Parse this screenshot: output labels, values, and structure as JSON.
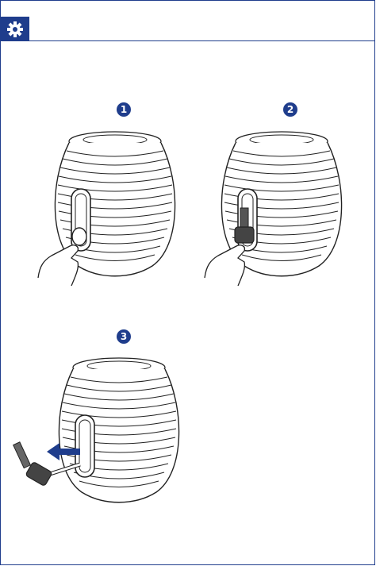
{
  "header": {
    "icon": "cog-icon",
    "accent": "#1f3d8c"
  },
  "steps": [
    {
      "number": "1",
      "action": "press-release"
    },
    {
      "number": "2",
      "action": "insert-plug"
    },
    {
      "number": "3",
      "action": "remove-plug"
    }
  ]
}
